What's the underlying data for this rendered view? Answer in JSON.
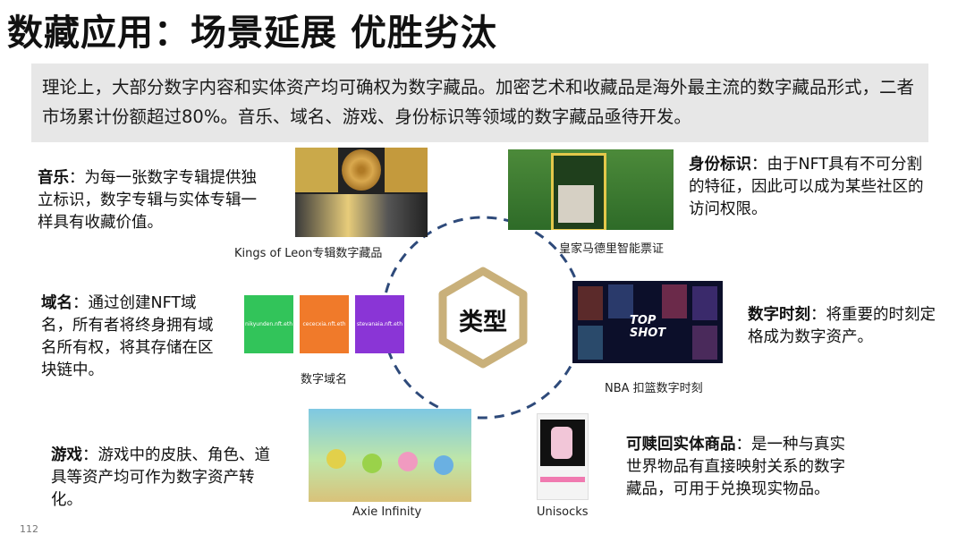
{
  "title": "数藏应用：场景延展 优胜劣汰",
  "intro": "理论上，大部分数字内容和实体资产均可确权为数字藏品。加密艺术和收藏品是海外最主流的数字藏品形式，二者市场累计份额超过80%。音乐、域名、游戏、身份标识等领域的数字藏品亟待开发。",
  "center_label": "类型",
  "page_number": "112",
  "colors": {
    "ring_gold": "#c9b07a",
    "dashed_blue": "#2e4a7a",
    "intro_bg": "#e7e7e7"
  },
  "sections": {
    "music": {
      "heading": "音乐",
      "body": "：为每一张数字专辑提供独立标识，数字专辑与实体专辑一样具有收藏价值。",
      "caption": "Kings of Leon专辑数字藏品"
    },
    "identity": {
      "heading": "身份标识",
      "body": "：由于NFT具有不可分割的特征，因此可以成为某些社区的访问权限。",
      "caption": "皇家马德里智能票证"
    },
    "domain": {
      "heading": "域名",
      "body": "：通过创建NFT域名，所有者将终身拥有域名所有权，将其存储在区块链中。",
      "caption": "数字域名",
      "cards": [
        "nikyunden.nft.eth",
        "cececxia.nft.eth",
        "stevanaia.nft.eth"
      ]
    },
    "moment": {
      "heading": "数字时刻",
      "body": "：将重要的时刻定格成为数字资产。",
      "caption": "NBA 扣篮数字时刻",
      "logo": "TOP SHOT"
    },
    "game": {
      "heading": "游戏",
      "body": "：游戏中的皮肤、角色、道具等资产均可作为数字资产转化。",
      "caption": "Axie Infinity"
    },
    "redeem": {
      "heading": "可赎回实体商品",
      "body": "：是一种与真实世界物品有直接映射关系的数字藏品，可用于兑换现实物品。",
      "caption": "Unisocks"
    }
  }
}
